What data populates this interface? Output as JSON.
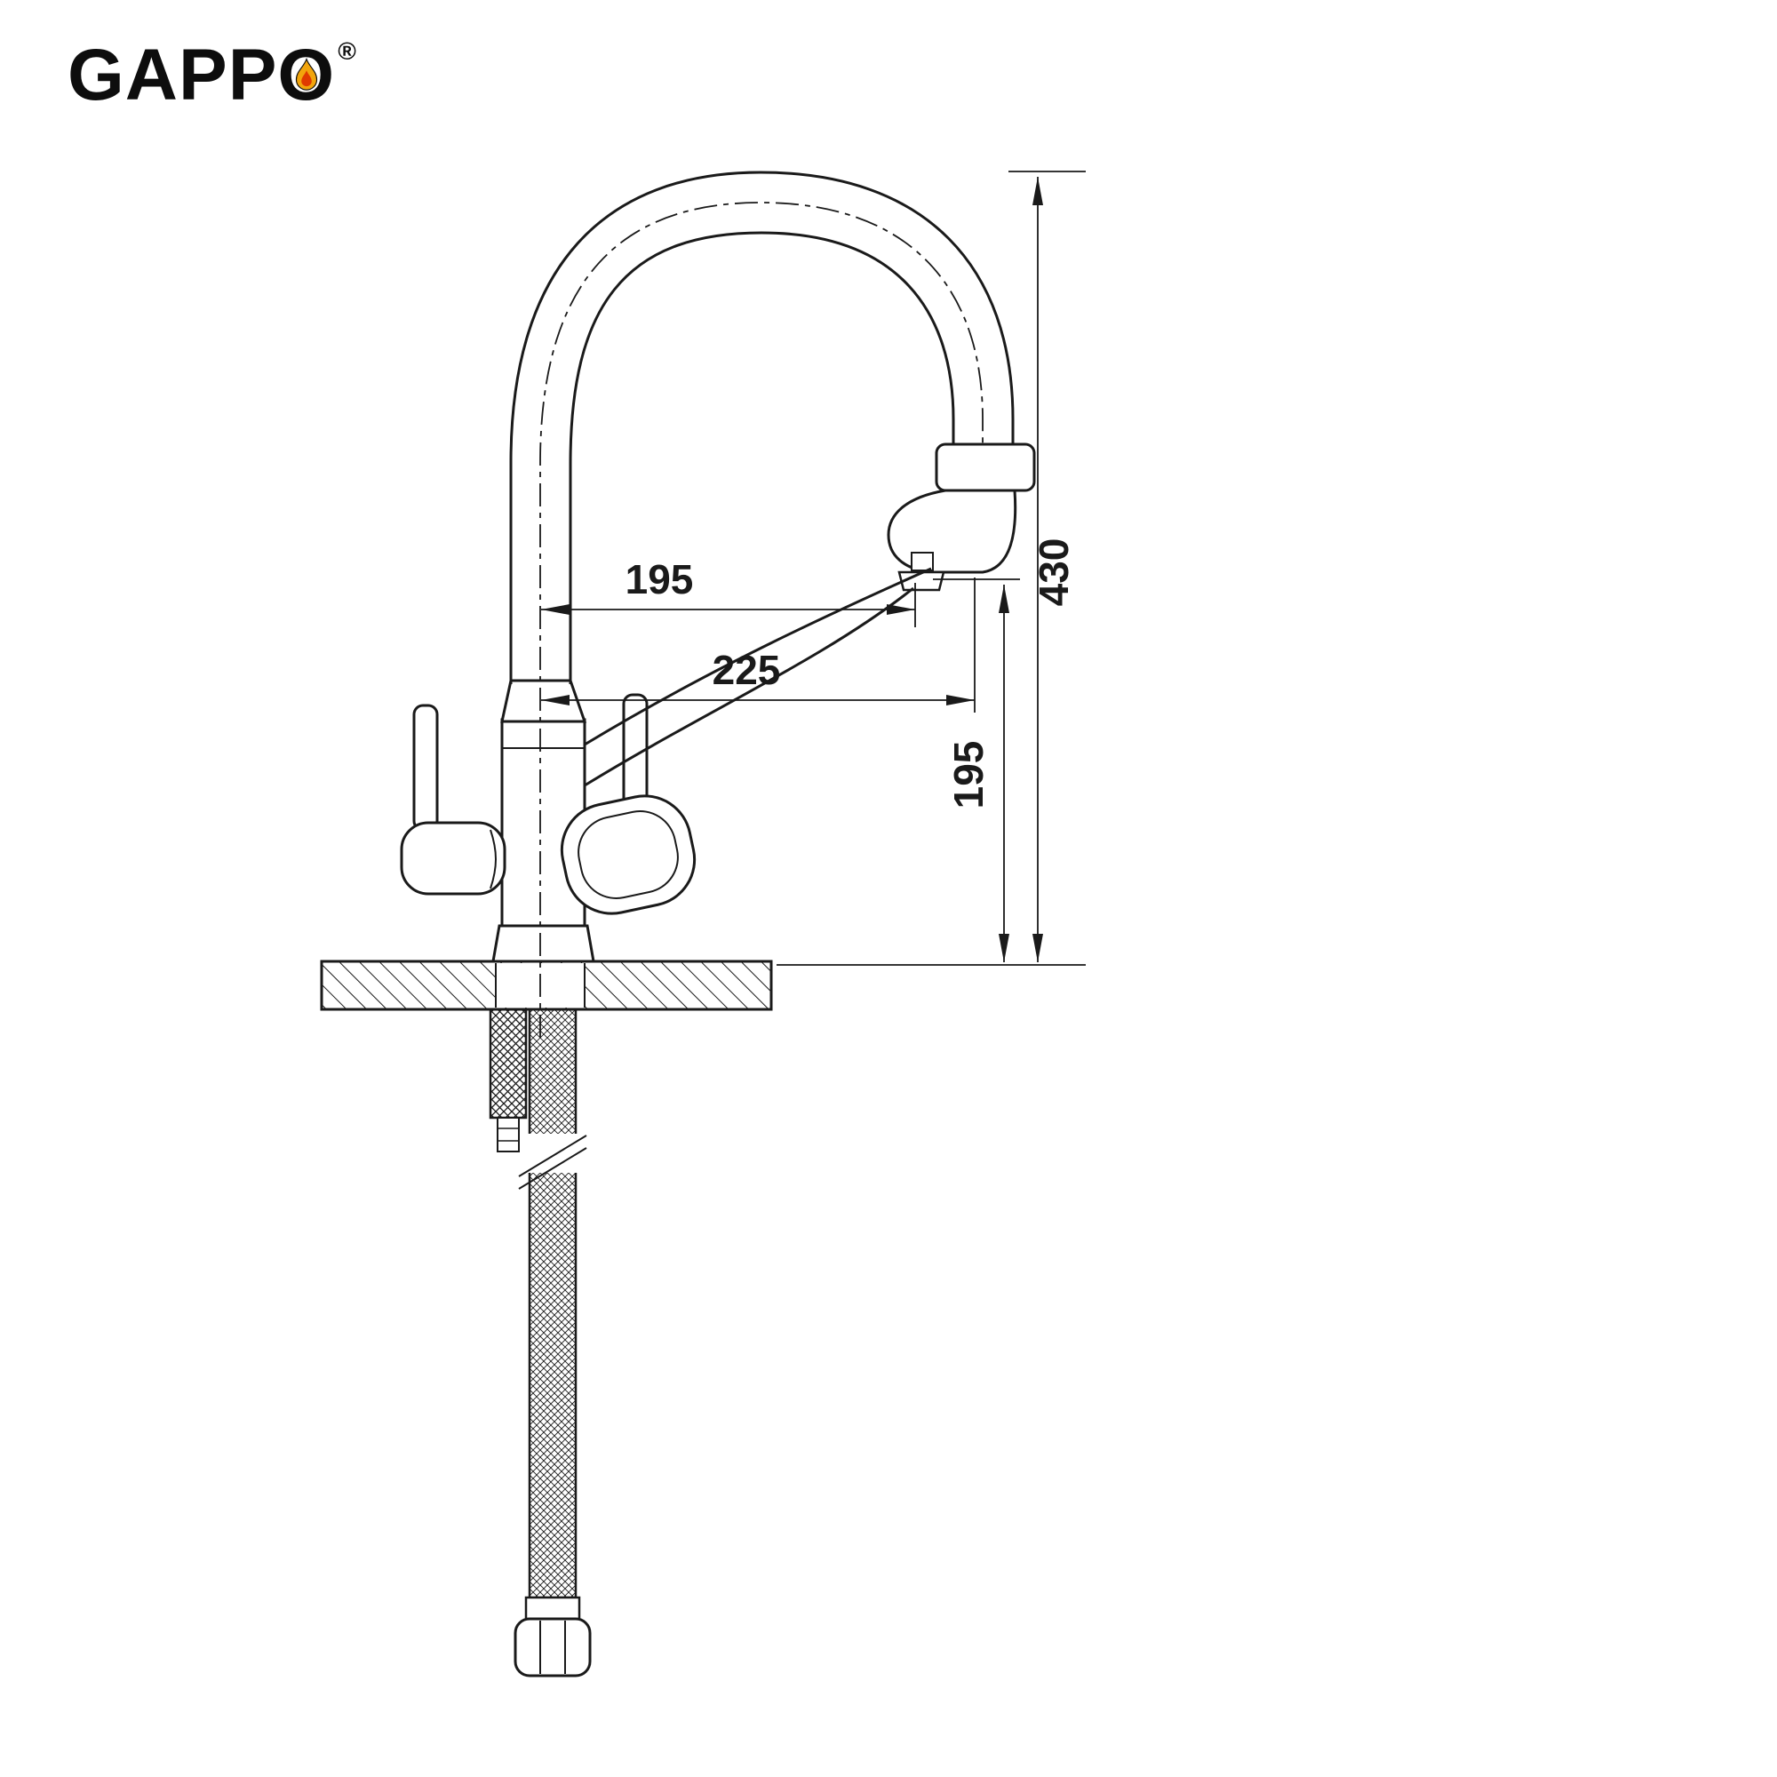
{
  "logo": {
    "text_main": "GAPP",
    "text_o": "O",
    "registered": "®",
    "icon": "flame-drop-icon",
    "colors": {
      "flame_outer": "#f2a50c",
      "flame_inner": "#e03a00",
      "text": "#0d0d0d"
    }
  },
  "drawing": {
    "subject": "kitchen-faucet-technical-side-view",
    "line_color": "#1a1a1a",
    "dimensions": {
      "reach_195": "195",
      "reach_225": "225",
      "height_195": "195",
      "height_430": "430"
    }
  }
}
